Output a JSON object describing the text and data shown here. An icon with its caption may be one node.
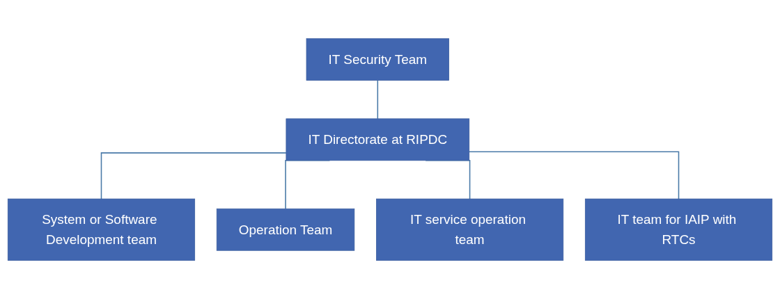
{
  "diagram": {
    "nodes": [
      {
        "text": [
          "IT Security Team"
        ]
      },
      {
        "text": [
          "IT Directorate at RIPDC"
        ]
      },
      {
        "text": [
          "System or Software Development team"
        ]
      },
      {
        "text": [
          "Operation Team"
        ]
      },
      {
        "text": [
          "IT service operation team"
        ]
      },
      {
        "text": [
          "IT team for IAIP with RTCs"
        ]
      }
    ],
    "edges": [
      {
        "from": 0,
        "to": 1,
        "arrow": "none"
      },
      {
        "from": 1,
        "to": 2,
        "arrow": "none"
      },
      {
        "from": 1,
        "to": 3,
        "arrow": "none"
      },
      {
        "from": 1,
        "to": 4,
        "arrow": "none"
      },
      {
        "from": 1,
        "to": 5,
        "arrow": "none"
      }
    ]
  }
}
